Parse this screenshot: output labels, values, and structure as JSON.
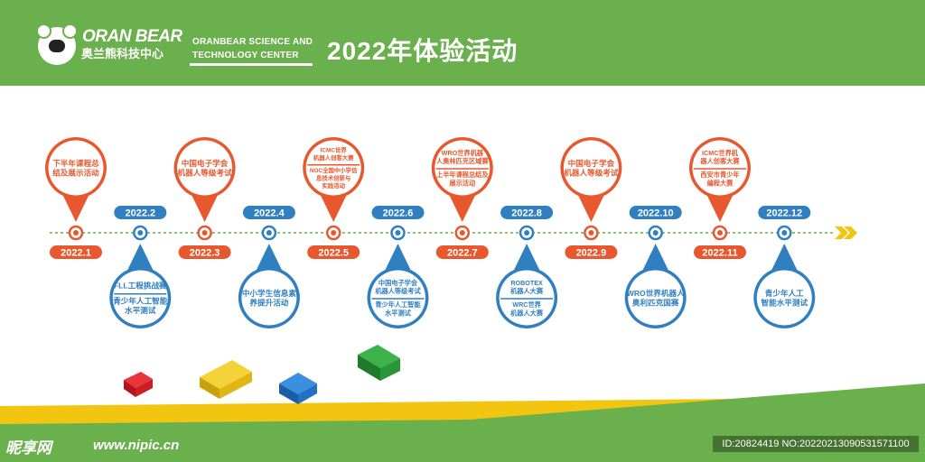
{
  "header": {
    "brand": "ORAN BEAR",
    "brand_cn": "奥兰熊科技中心",
    "center_line1": "ORANBEAR SCIENCE AND",
    "center_line2": "TECHNOLOGY CENTER",
    "title": "2022年体验活动"
  },
  "colors": {
    "green": "#6ab04c",
    "orange": "#e8582e",
    "blue": "#2f7fc1",
    "yellow": "#f2c511",
    "red": "#d8161d"
  },
  "timeline": [
    {
      "date": "2022.1",
      "color": "orange",
      "pos": "above",
      "groups": [
        [
          "下半年课程总",
          "结及展示活动"
        ]
      ]
    },
    {
      "date": "2022.2",
      "color": "blue",
      "pos": "below",
      "groups": [
        [
          "FLL工程挑战赛"
        ],
        [
          "青少年人工智能",
          "水平测试"
        ]
      ]
    },
    {
      "date": "2022.3",
      "color": "orange",
      "pos": "above",
      "groups": [
        [
          "中国电子学会",
          "机器人等级考试"
        ]
      ]
    },
    {
      "date": "2022.4",
      "color": "blue",
      "pos": "below",
      "groups": [
        [
          "中小学生信息素",
          "养提升活动"
        ]
      ]
    },
    {
      "date": "2022.5",
      "color": "orange",
      "pos": "above",
      "groups": [
        [
          "ICMC世界",
          "机器人创客大赛"
        ],
        [
          "NOC全国中小学信",
          "息技术创新与",
          "实践活动"
        ]
      ]
    },
    {
      "date": "2022.6",
      "color": "blue",
      "pos": "below",
      "groups": [
        [
          "中国电子学会",
          "机器人等级考试"
        ],
        [
          "青少年人工智能",
          "水平测试"
        ]
      ]
    },
    {
      "date": "2022.7",
      "color": "orange",
      "pos": "above",
      "groups": [
        [
          "WRO世界机器",
          "人奥林匹克区域赛"
        ],
        [
          "上半年课程总结及",
          "展示活动"
        ]
      ]
    },
    {
      "date": "2022.8",
      "color": "blue",
      "pos": "below",
      "groups": [
        [
          "ROBOTEX",
          "机器人大赛"
        ],
        [
          "WRC世界",
          "机器人大赛"
        ]
      ]
    },
    {
      "date": "2022.9",
      "color": "orange",
      "pos": "above",
      "groups": [
        [
          "中国电子学会",
          "机器人等级考试"
        ]
      ]
    },
    {
      "date": "2022.10",
      "color": "blue",
      "pos": "below",
      "groups": [
        [
          "WRO世界机器人",
          "奥利匹克国赛"
        ]
      ]
    },
    {
      "date": "2022.11",
      "color": "orange",
      "pos": "above",
      "groups": [
        [
          "ICMC世界机",
          "器人创客大赛"
        ],
        [
          "西安市青少年",
          "编程大赛"
        ]
      ]
    },
    {
      "date": "2022.12",
      "color": "blue",
      "pos": "below",
      "groups": [
        [
          "青少年人工",
          "智能水平测试"
        ]
      ]
    }
  ],
  "watermark": {
    "logo": "昵享网",
    "url": "www.nipic.cn",
    "id": "ID:20824419 NO:20220213090531571100"
  }
}
